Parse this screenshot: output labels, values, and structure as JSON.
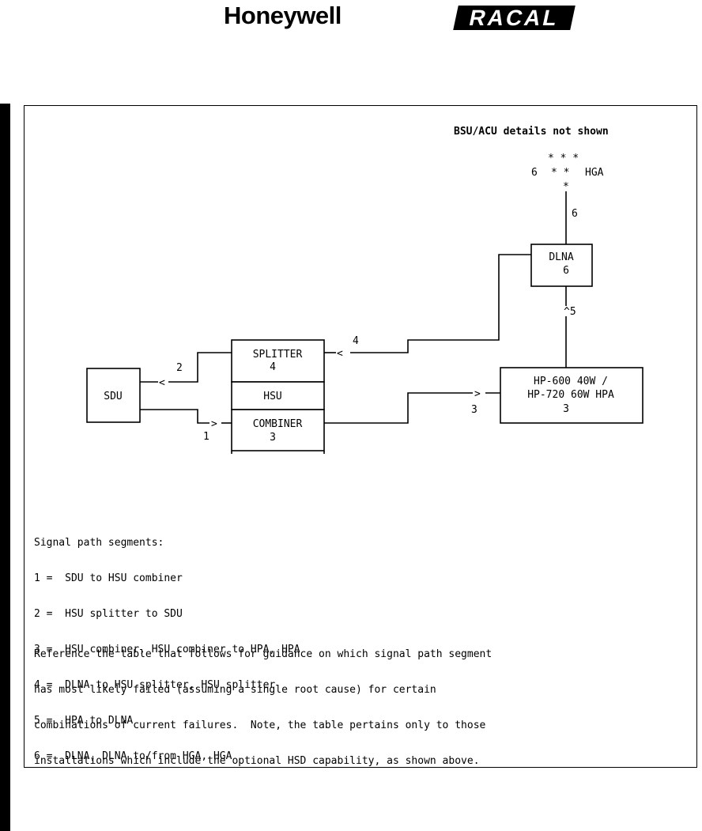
{
  "header": {
    "brand_left": "Honeywell",
    "brand_right": "RACAL"
  },
  "diagram": {
    "note_top": "BSU/ACU details not shown",
    "antenna": {
      "stars_row1": "* * *",
      "stars_row2_prefix": "6",
      "stars_row2": "* *",
      "label": "HGA",
      "stars_row3": "*"
    },
    "boxes": {
      "sdu": "SDU",
      "splitter": "SPLITTER",
      "splitter_num": "4",
      "hsu": "HSU",
      "combiner": "COMBINER",
      "combiner_num": "3",
      "dlna": "DLNA",
      "dlna_num": "6",
      "hpa_line1": "HP-600 40W /",
      "hpa_line2": "HP-720 60W HPA",
      "hpa_num": "3"
    },
    "segment_labels": {
      "seg1": "1",
      "seg2": "2",
      "seg3": "3",
      "seg4": "4",
      "seg5": "^5",
      "seg6": "6"
    },
    "arrows": {
      "left": "<",
      "right": ">"
    }
  },
  "legend": {
    "title": "Signal path segments:",
    "items": [
      "1 =  SDU to HSU combiner",
      "2 =  HSU splitter to SDU",
      "3 =  HSU combiner, HSU combiner to HPA, HPA",
      "4 =  DLNA to HSU splitter, HSU splitter",
      "5 =  HPA to DLNA",
      "6 =  DLNA, DLNA to/from HGA, HGA"
    ]
  },
  "paragraph": {
    "lines": [
      "Reference the table that follows for guidance on which signal path segment",
      "has most likely failed (assuming a single root cause) for certain",
      "combinations of current failures.  Note, the table pertains only to those",
      "installations which include the optional HSD capability, as shown above."
    ]
  }
}
